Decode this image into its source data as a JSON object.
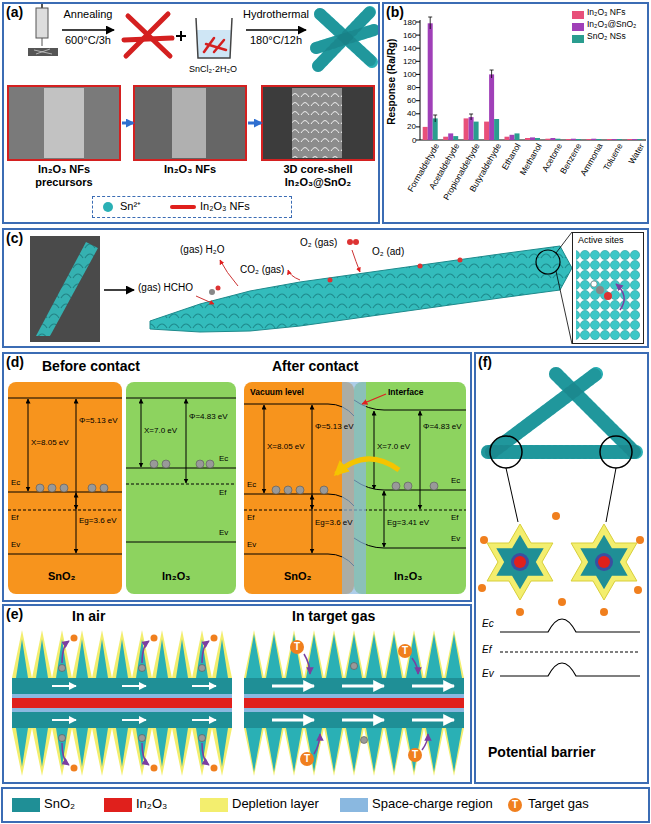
{
  "diagram": {
    "nodes": [
      {
        "text": [
          "(a)"
        ]
      },
      {
        "text": [
          "In₂O₃ NFs precursors"
        ],
        "in": 0
      },
      {
        "text": [
          "In₂O₃ NFs"
        ],
        "in": 0
      },
      {
        "text": [
          "3D core-shell In₂O₃@SnO₂"
        ],
        "in": 0
      },
      {
        "text": [
          "Sn²⁺",
          "In₂O₃ NFs"
        ],
        "in": 0
      },
      {
        "text": [
          "(b)"
        ]
      },
      {
        "text": [
          "(c)"
        ]
      },
      {
        "text": [
          "Active sites"
        ],
        "in": 6
      },
      {
        "text": [
          "(d)",
          "Before contact",
          "After contact"
        ]
      },
      {
        "text": [
          "Φ=5.13 eV",
          "X=8.05 eV",
          "Ec",
          "Ef",
          "Eg=3.6 eV",
          "Ev",
          "SnO₂"
        ],
        "in": 8
      },
      {
        "text": [
          "Φ=4.83 eV",
          "X=7.0 eV",
          "Ec",
          "Ef",
          "Ev",
          "In₂O₃"
        ],
        "in": 8
      },
      {
        "text": [
          "Vacuum level",
          "Φ=5.13 eV",
          "X=8.05 eV",
          "Ec",
          "Ef",
          "Eg=3.6 eV",
          "Ev",
          "SnO₂"
        ],
        "in": 8
      },
      {
        "text": [
          "Interface",
          "Φ=4.83 eV",
          "X=7.0 eV",
          "Ec",
          "Ef",
          "Eg=3.41 eV",
          "Ev",
          "In₂O₃"
        ],
        "in": 8
      },
      {
        "text": [
          "(e)",
          "In air",
          "In target gas"
        ]
      },
      {
        "text": [
          "(f)",
          "Ec",
          "Ef",
          "Ev",
          "Potential barrier"
        ]
      }
    ],
    "edges": [
      {
        "from": 1,
        "to": 2,
        "arrow": "to"
      },
      {
        "from": 2,
        "to": 3,
        "arrow": "to"
      }
    ],
    "labels": [
      "Annealing",
      "600°C/3h",
      "SnCl₂·2H₂O",
      "Hydrothermal",
      "180°C/12h",
      "Response (Ra/Rg)",
      "0",
      "20",
      "40",
      "60",
      "80",
      "100",
      "120",
      "140",
      "160",
      "180",
      "Formaldehyde",
      "Acetaldehyde",
      "Propionaldehyde",
      "Butyraldehyde",
      "Ethanol",
      "Methanol",
      "Acetone",
      "Benzene",
      "Ammonia",
      "Toluene",
      "Water",
      "(gas) H₂O",
      "O₂ (gas)",
      "CO₂ (gas)",
      "(gas) HCHO",
      "O₂ (ad)",
      "T",
      "T",
      "T",
      "T",
      "T"
    ],
    "legend": [
      {
        "text": "In₂O₃ NFs",
        "color": "#e8507a"
      },
      {
        "text": "In₂O₃@SnO₂",
        "color": "#a040b8"
      },
      {
        "text": "SnO₂ NSs",
        "color": "#2a9d8f"
      },
      {
        "text": "SnO₂",
        "color": "#1f8f96"
      },
      {
        "text": "In₂O₃",
        "color": "#e0201c"
      },
      {
        "text": "Depletion layer",
        "color": "#f3ee6e"
      },
      {
        "text": "Space-charge region",
        "color": "#8ab8e0"
      },
      {
        "text": "Target gas"
      }
    ]
  }
}
